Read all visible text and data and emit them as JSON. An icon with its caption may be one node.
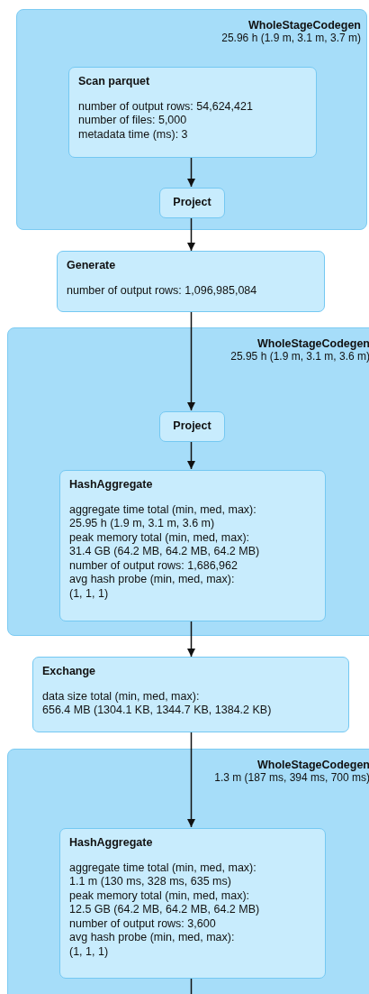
{
  "diagram": {
    "nodes": [
      {
        "text": [
          "WholeStageCodegen",
          "25.96 h (1.9 m, 3.1 m, 3.7 m)"
        ]
      },
      {
        "text": [
          "Scan parquet",
          "number of output rows: 54,624,421",
          "number of files: 5,000",
          "metadata time (ms): 3"
        ],
        "in": 0
      },
      {
        "text": [
          "Project"
        ],
        "in": 0
      },
      {
        "text": [
          "Generate",
          "number of output rows: 1,096,985,084"
        ]
      },
      {
        "text": [
          "WholeStageCodegen",
          "25.95 h (1.9 m, 3.1 m, 3.6 m)"
        ]
      },
      {
        "text": [
          "Project"
        ],
        "in": 4
      },
      {
        "text": [
          "HashAggregate",
          "aggregate time total (min, med, max):",
          "25.95 h (1.9 m, 3.1 m, 3.6 m)",
          "peak memory total (min, med, max):",
          "31.4 GB (64.2 MB, 64.2 MB, 64.2 MB)",
          "number of output rows: 1,686,962",
          "avg hash probe (min, med, max):",
          "(1, 1, 1)"
        ],
        "in": 4
      },
      {
        "text": [
          "Exchange",
          "data size total (min, med, max):",
          "656.4 MB (1304.1 KB, 1344.7 KB, 1384.2 KB)"
        ]
      },
      {
        "text": [
          "WholeStageCodegen",
          "1.3 m (187 ms, 394 ms, 700 ms)"
        ]
      },
      {
        "text": [
          "HashAggregate",
          "aggregate time total (min, med, max):",
          "1.1 m (130 ms, 328 ms, 635 ms)",
          "peak memory total (min, med, max):",
          "12.5 GB (64.2 MB, 64.2 MB, 64.2 MB)",
          "number of output rows: 3,600",
          "avg hash probe (min, med, max):",
          "(1, 1, 1)"
        ],
        "in": 8
      }
    ],
    "edges": [
      {
        "from": 1,
        "to": 2,
        "arrow": "to"
      },
      {
        "from": 2,
        "to": 3,
        "arrow": "to"
      },
      {
        "from": 3,
        "to": 5,
        "arrow": "to"
      },
      {
        "from": 5,
        "to": 6,
        "arrow": "to"
      },
      {
        "from": 6,
        "to": 7,
        "arrow": "to"
      },
      {
        "from": 7,
        "to": 9,
        "arrow": "to"
      },
      {
        "from": 9,
        "to": null,
        "arrow": "none"
      }
    ]
  }
}
